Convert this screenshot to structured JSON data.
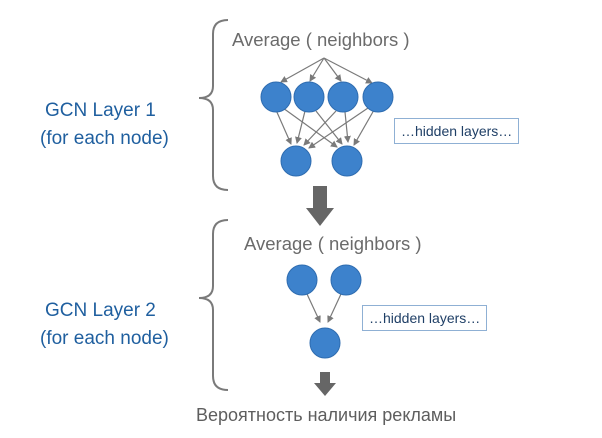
{
  "layer1": {
    "title_line1": "GCN Layer 1",
    "title_line2": "(for each node)",
    "heading": "Average ( neighbors )",
    "hidden_label": "…hidden layers…"
  },
  "layer2": {
    "title_line1": "GCN Layer 2",
    "title_line2": "(for each node)",
    "heading": "Average ( neighbors )",
    "hidden_label": "…hidden layers…"
  },
  "output_label": "Вероятность наличия рекламы",
  "colors": {
    "node_fill": "#3d82cc",
    "node_stroke": "#2e6cb0",
    "edge": "#7a7a7a",
    "brace": "#7a7a7a",
    "arrow": "#666666",
    "title_text": "#1f5f9f",
    "hidden_box_border": "#8fb0d4"
  }
}
